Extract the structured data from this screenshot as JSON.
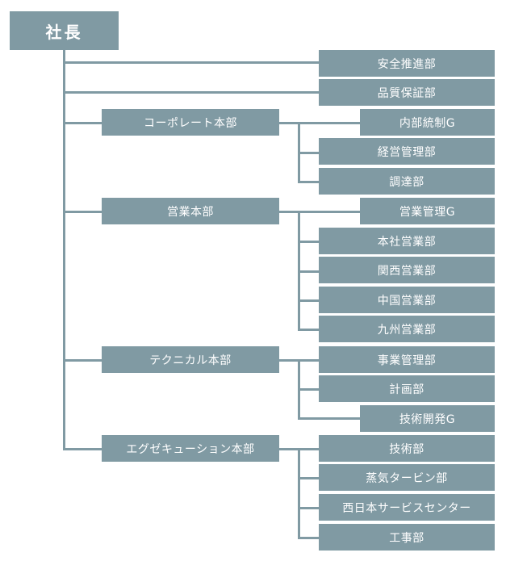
{
  "root": "社長",
  "direct": [
    "安全推進部",
    "品質保証部"
  ],
  "divisions": [
    {
      "label": "コーポレート本部",
      "units": [
        "内部統制G",
        "経営管理部",
        "調達部"
      ]
    },
    {
      "label": "営業本部",
      "units": [
        "営業管理G",
        "本社営業部",
        "関西営業部",
        "中国営業部",
        "九州営業部"
      ]
    },
    {
      "label": "テクニカル本部",
      "units": [
        "事業管理部",
        "計画部",
        "技術開発G"
      ]
    },
    {
      "label": "エグゼキューション本部",
      "units": [
        "技術部",
        "蒸気タービン部",
        "西日本サービスセンター",
        "工事部"
      ]
    }
  ]
}
